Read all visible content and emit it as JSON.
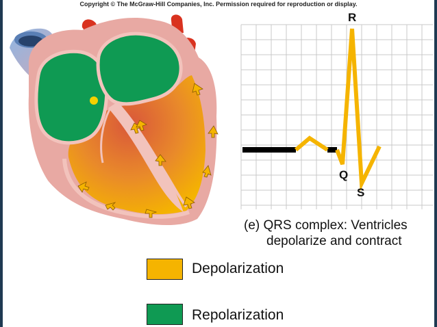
{
  "copyright": "Copyright © The McGraw-Hill Companies, Inc. Permission required for reproduction or display.",
  "ecg": {
    "labels": {
      "r": "R",
      "q": "Q",
      "s": "S"
    }
  },
  "caption": {
    "line1": "(e) QRS complex: Ventricles",
    "line2": "depolarize and contract"
  },
  "legend": {
    "items": [
      {
        "label": "Depolarization",
        "color": "#f5b400"
      },
      {
        "label": "Repolarization",
        "color": "#0f9a53"
      }
    ]
  },
  "colors": {
    "heart_tissue": "#e8a9a3",
    "ventricle_wall": "#f2c3bc",
    "chamber_green": "#0f9a53",
    "depolarization_gradient_start": "#d9573a",
    "depolarization_gradient_end": "#f5b400",
    "vessel_red": "#d9321f",
    "vena_cava_blue": "#7ea7d8",
    "ecg_wave": "#f5b400",
    "ecg_baseline": "#000000",
    "ecg_grid": "#c9c9c9"
  }
}
